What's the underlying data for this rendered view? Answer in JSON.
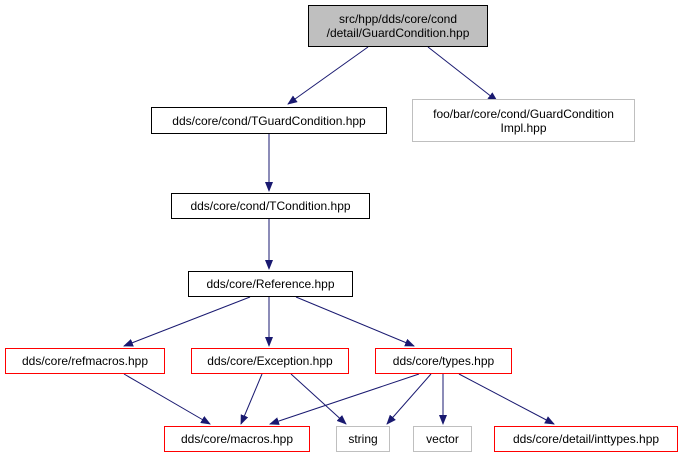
{
  "colors": {
    "edge": "#191970",
    "root_fill": "#bfbfbf",
    "red_border": "#ff0000",
    "gray_border": "#bfbfbf",
    "black_border": "#000000"
  },
  "nodes": {
    "guardcondition": {
      "line1": "src/hpp/dds/core/cond",
      "line2": "/detail/GuardCondition.hpp"
    },
    "tguardcondition": {
      "label": "dds/core/cond/TGuardCondition.hpp"
    },
    "guardconditionimpl": {
      "line1": "foo/bar/core/cond/GuardCondition",
      "line2": "Impl.hpp"
    },
    "tcondition": {
      "label": "dds/core/cond/TCondition.hpp"
    },
    "reference": {
      "label": "dds/core/Reference.hpp"
    },
    "refmacros": {
      "label": "dds/core/refmacros.hpp"
    },
    "exception": {
      "label": "dds/core/Exception.hpp"
    },
    "types": {
      "label": "dds/core/types.hpp"
    },
    "macros": {
      "label": "dds/core/macros.hpp"
    },
    "string": {
      "label": "string"
    },
    "vector": {
      "label": "vector"
    },
    "inttypes": {
      "label": "dds/core/detail/inttypes.hpp"
    }
  }
}
